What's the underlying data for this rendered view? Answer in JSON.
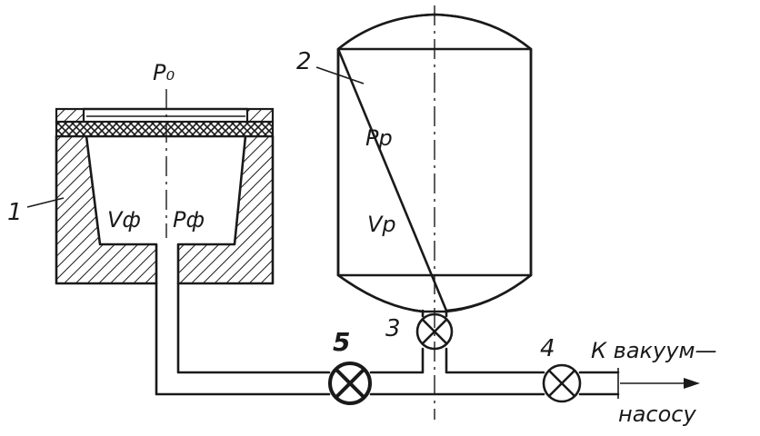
{
  "labels": {
    "mold_number": "1",
    "tank_number": "2",
    "valve3_number": "3",
    "valve4_number": "4",
    "valve5_number": "5",
    "p0": "P₀",
    "v_mold": "Vф",
    "p_mold": "Pф",
    "p_tank": "Pр",
    "v_tank": "Vр",
    "vacuum_line1": "К вакуум—",
    "vacuum_line2": "насосу"
  },
  "colors": {
    "ink": "#1a1a1a",
    "paper": "#ffffff"
  }
}
